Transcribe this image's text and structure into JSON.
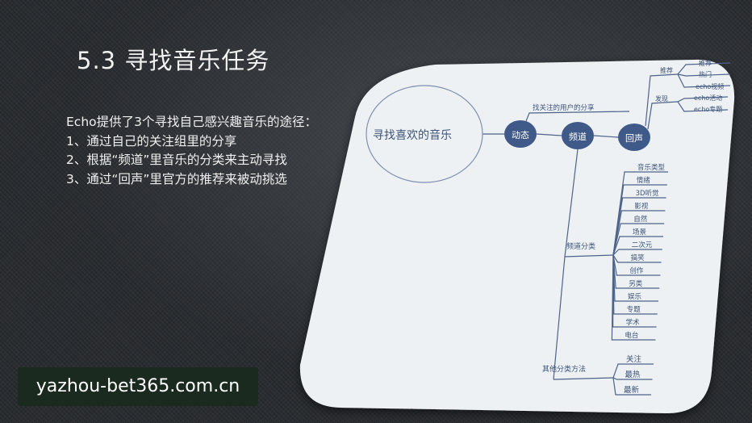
{
  "slide": {
    "title": "5.3 寻找音乐任务",
    "paragraphs": [
      "Echo提供了3个寻找自己感兴趣音乐的途径：",
      "1、通过自己的关注组里的分享",
      "2、根据“频道”里音乐的分类来主动寻找",
      "3、通过“回声”里官方的推荐来被动挑选"
    ]
  },
  "watermark": "yazhou-bet365.com.cn",
  "mindmap": {
    "root": "寻找喜欢的音乐",
    "nodes": {
      "dongtai": "动态",
      "pindao": "频道",
      "huisheng": "回声"
    },
    "dongtai_branch": "找关注的用户的分享",
    "huisheng_branches": {
      "tuijian": {
        "label": "推荐",
        "leaves": [
          "推荐",
          "热门",
          "echo视频"
        ]
      },
      "faxian": {
        "label": "发现",
        "leaves": [
          "echo活动",
          "echo专题"
        ]
      }
    },
    "pindao_branches": {
      "fenlei": {
        "label": "频道分类",
        "leaves": [
          "音乐类型",
          "情绪",
          "3D听觉",
          "影视",
          "自然",
          "场景",
          "二次元",
          "搞笑",
          "创作",
          "另类",
          "娱乐",
          "专题",
          "学术",
          "电台"
        ]
      },
      "qita": {
        "label": "其他分类方法",
        "leaves": [
          "关注",
          "最热",
          "最新"
        ]
      }
    },
    "colors": {
      "node": "#3f5a88",
      "line": "#4d6388",
      "card": "#eef1f4",
      "ring": "#7f8fb0"
    }
  }
}
